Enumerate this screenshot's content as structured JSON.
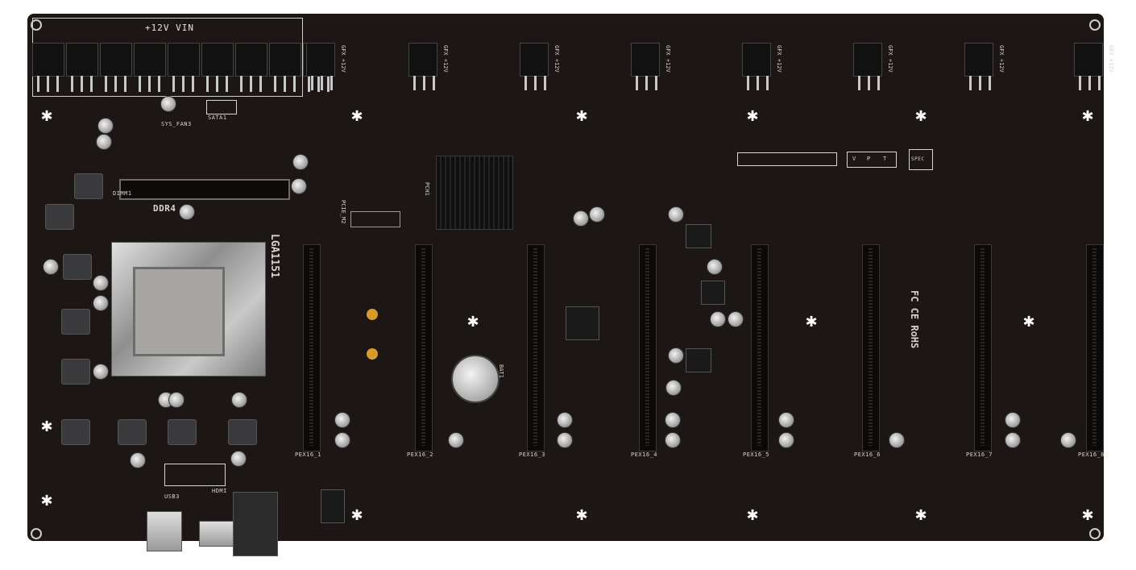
{
  "board": {
    "power_header": "+12V VIN",
    "memory": "DDR4",
    "socket": "LGA1151",
    "dimm_label": "DIMM1",
    "m2_label": "PCIE_M2",
    "pch_label": "PCH1",
    "gfx_labels": [
      "GFX +12V",
      "GFX +12V",
      "GFX +12V",
      "GFX +12V",
      "GFX +12V",
      "GFX +12V",
      "GFX +12V",
      "GFX +12V"
    ],
    "slot_labels": [
      "PEX16_1",
      "PEX16_2",
      "PEX16_3",
      "PEX16_4",
      "PEX16_5",
      "PEX16_6",
      "PEX16_7",
      "PEX16_8"
    ],
    "vpt": [
      "V",
      "P",
      "T"
    ],
    "spec": "SPEC",
    "ports_label": "HDMI",
    "usb_label": "USB3",
    "sata_label": "SATA1",
    "fan_label": "SYS_FAN3",
    "cert": "FC CE RoHS",
    "battery_label": "BAT1"
  }
}
